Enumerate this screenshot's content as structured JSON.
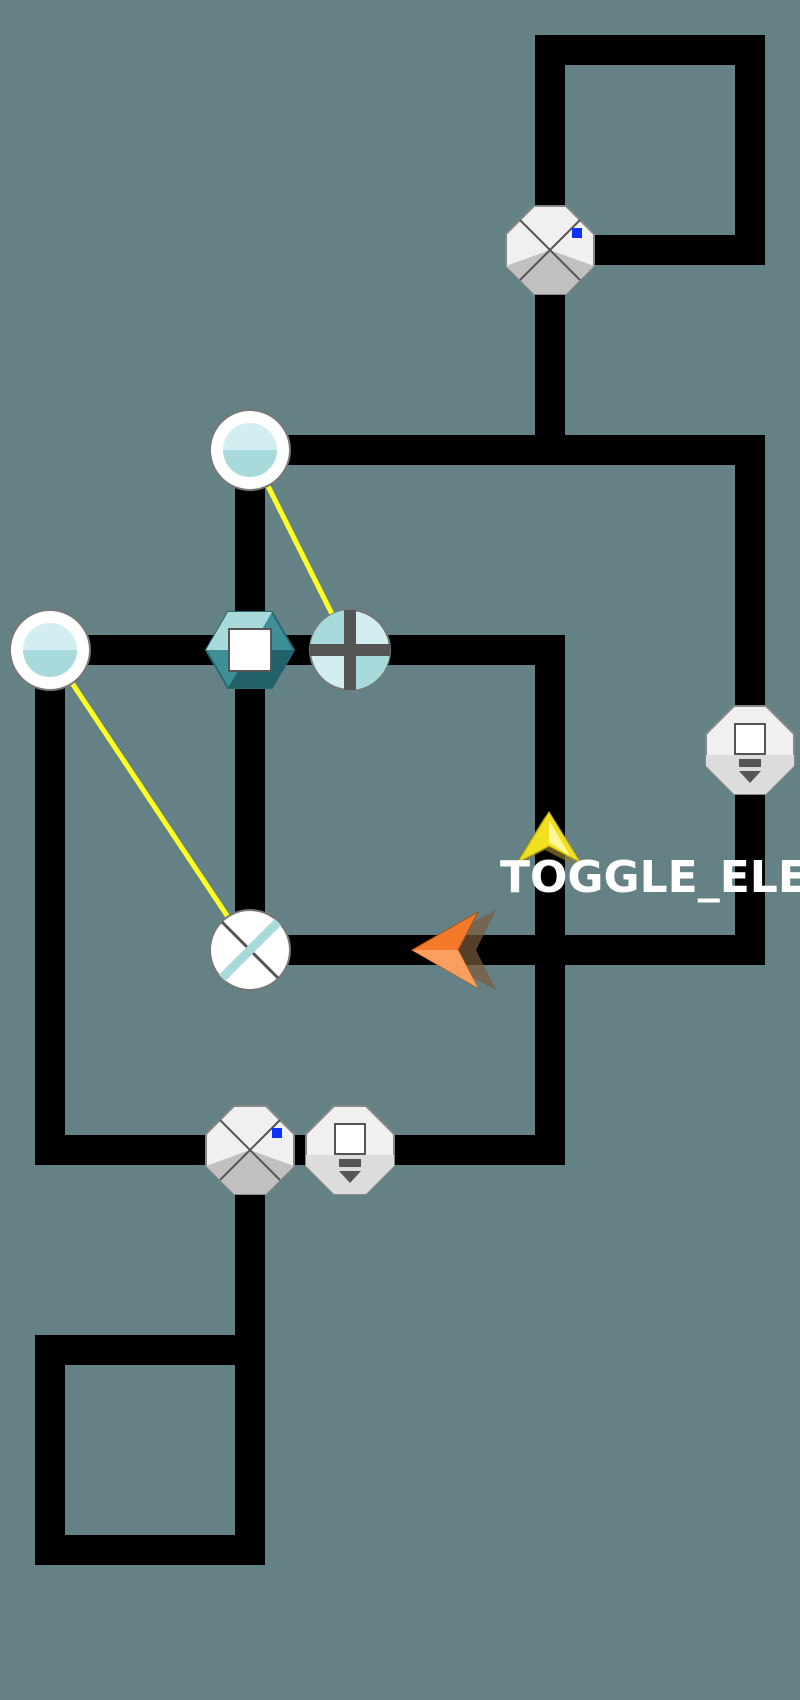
{
  "game": {
    "player_label": "TOGGLE_ELEM",
    "colors": {
      "background": "#648285",
      "track": "#000000",
      "link_line": "#ffff22",
      "player_arrow": "#f5792a",
      "cursor_arrow": "#f0e020",
      "teal": "#a8dadc",
      "marker_blue": "#1030ff"
    },
    "nodes": [
      {
        "kind": "switch-node",
        "icon": "x-split-icon",
        "has_marker": true
      },
      {
        "kind": "lens-node",
        "icon": "lens-icon"
      },
      {
        "kind": "lens-node",
        "icon": "lens-icon"
      },
      {
        "kind": "block-node",
        "icon": "hexagon-block-icon"
      },
      {
        "kind": "cross-node",
        "icon": "plus-cross-icon"
      },
      {
        "kind": "eject-node",
        "icon": "eject-icon"
      },
      {
        "kind": "x-node",
        "icon": "x-cross-icon"
      },
      {
        "kind": "switch-node",
        "icon": "x-split-icon",
        "has_marker": true
      },
      {
        "kind": "eject-node",
        "icon": "eject-icon"
      }
    ]
  }
}
